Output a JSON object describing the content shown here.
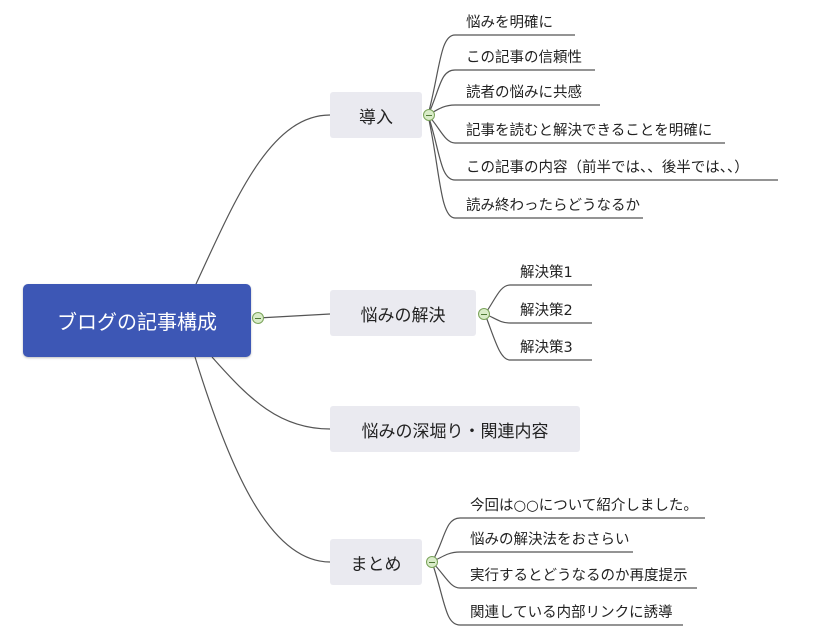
{
  "root": {
    "label": "ブログの記事構成"
  },
  "branches": [
    {
      "label": "導入",
      "children": [
        "悩みを明確に",
        "この記事の信頼性",
        "読者の悩みに共感",
        "記事を読むと解決できることを明確に",
        "この記事の内容（前半では、、後半では、、）",
        "読み終わったらどうなるか"
      ]
    },
    {
      "label": "悩みの解決",
      "children": [
        "解決策1",
        "解決策2",
        "解決策3"
      ]
    },
    {
      "label": "悩みの深堀り・関連内容",
      "children": []
    },
    {
      "label": "まとめ",
      "children": [
        "今回は○○について紹介しました。",
        "悩みの解決法をおさらい",
        "実行するとどうなるのか再度提示",
        "関連している内部リンクに誘導"
      ]
    }
  ],
  "colors": {
    "root_fill": "#3d57b5",
    "branch_fill": "#eaeaf0",
    "line": "#555555",
    "toggle_fill": "#d9ecc8"
  }
}
